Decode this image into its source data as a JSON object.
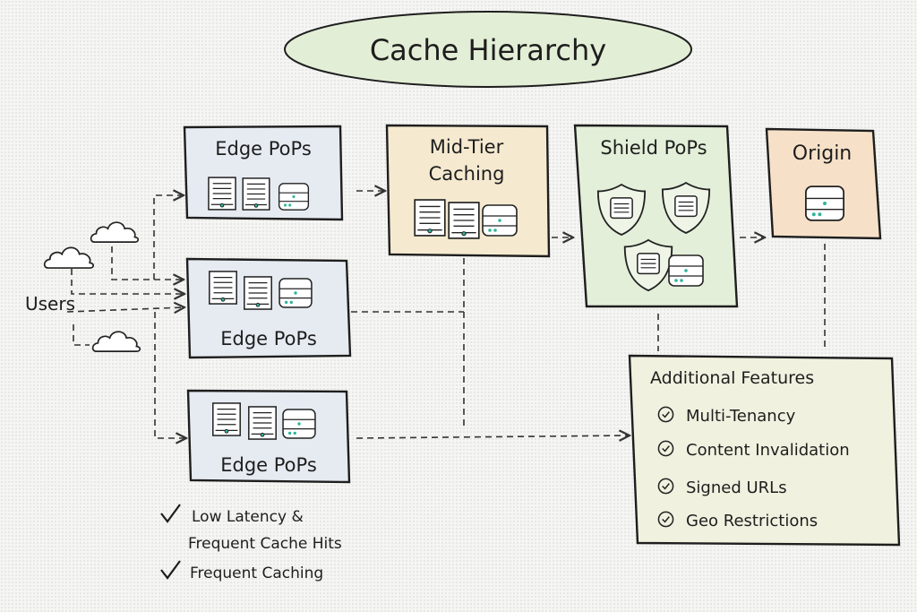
{
  "title": "Cache Hierarchy",
  "users_label": "Users",
  "edge_pops": [
    {
      "label": "Edge PoPs"
    },
    {
      "label": "Edge PoPs"
    },
    {
      "label": "Edge PoPs"
    }
  ],
  "mid_tier": {
    "label_line1": "Mid-Tier",
    "label_line2": "Caching"
  },
  "shield": {
    "label": "Shield PoPs"
  },
  "origin": {
    "label": "Origin"
  },
  "features": {
    "title": "Additional Features",
    "items": [
      "Multi-Tenancy",
      "Content Invalidation",
      "Signed URLs",
      "Geo Restrictions"
    ]
  },
  "benefits": {
    "item1_line1": "Low Latency &",
    "item1_line2": "Frequent Cache Hits",
    "item2": "Frequent Caching"
  },
  "colors": {
    "title_fill": "#e3eed6",
    "edge_fill": "#e6ebf2",
    "mid_fill": "#f5ead0",
    "shield_fill": "#e3efd9",
    "origin_fill": "#f6e1c8",
    "features_fill": "#f1f1e0",
    "accent_led": "#2fb59a"
  }
}
